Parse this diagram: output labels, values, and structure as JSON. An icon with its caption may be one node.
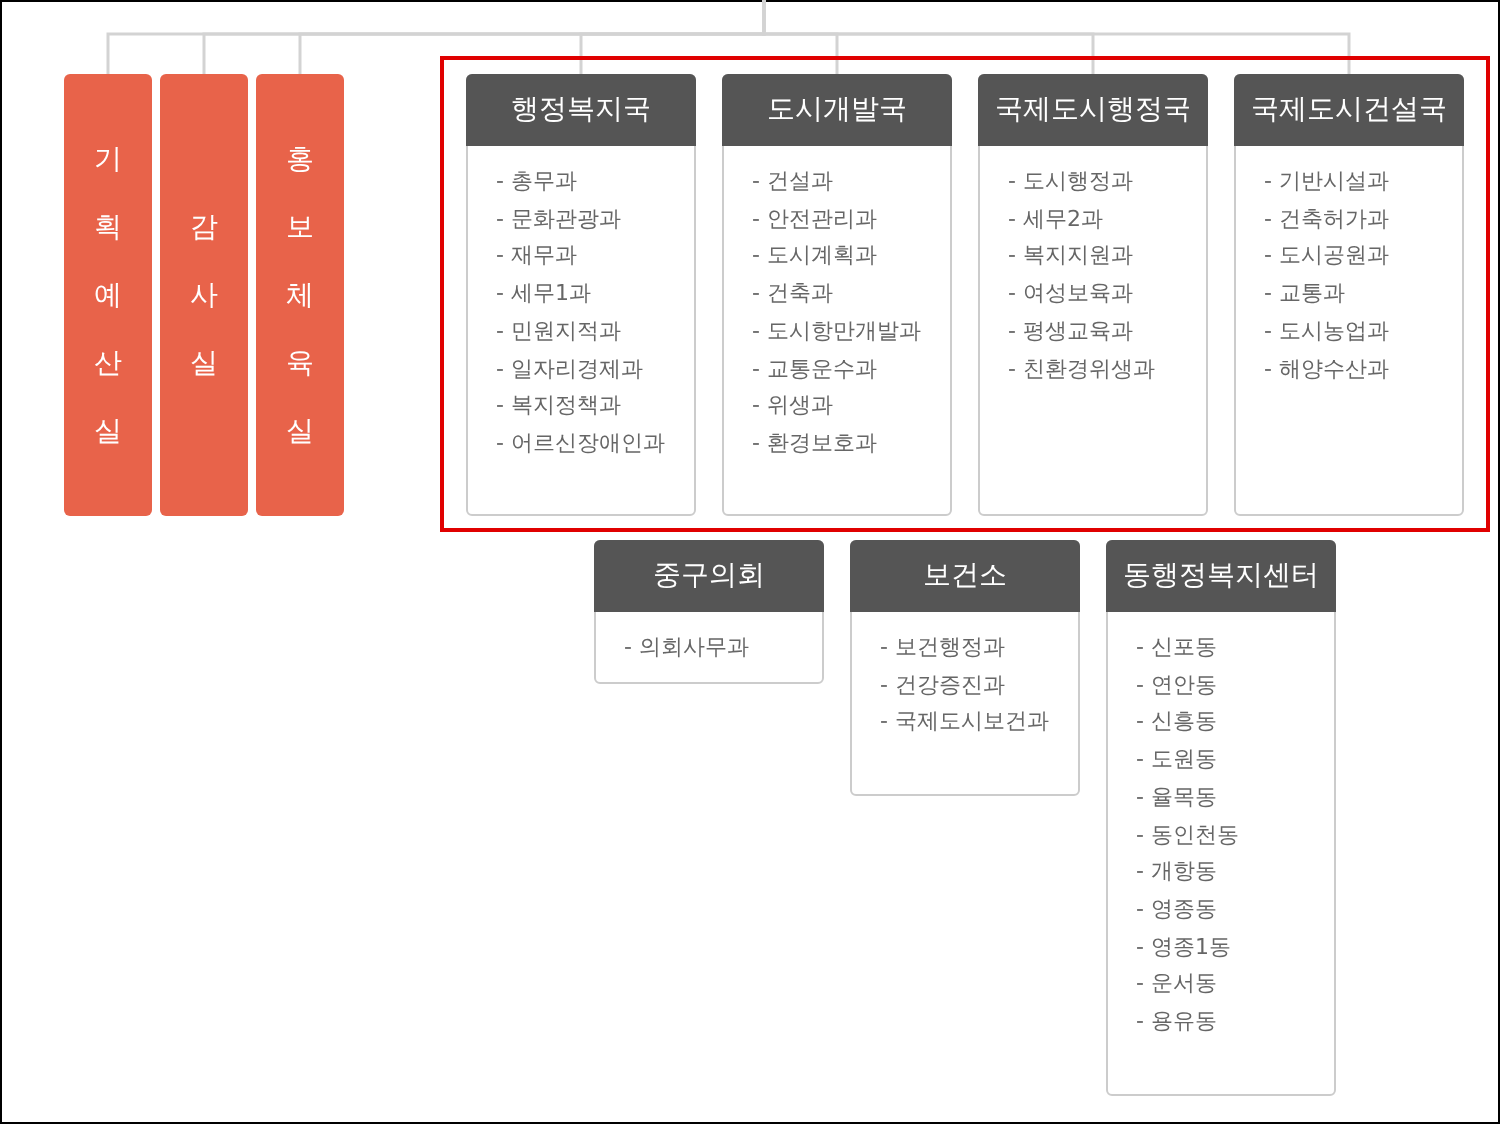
{
  "diagram": {
    "nodes": [
      {
        "text": [
          "기획예산실"
        ]
      },
      {
        "text": [
          "감사실"
        ]
      },
      {
        "text": [
          "홍보체육실"
        ]
      },
      {
        "text": [],
        "shape": "box"
      },
      {
        "text": [
          "행정복지국",
          "- 총무과",
          "- 문화관광과",
          "- 재무과",
          "- 세무1과",
          "- 민원지적과",
          "- 일자리경제과",
          "- 복지정책과",
          "- 어르신장애인과"
        ],
        "in": 3
      },
      {
        "text": [
          "도시개발국",
          "- 건설과",
          "- 안전관리과",
          "- 도시계획과",
          "- 건축과",
          "- 도시항만개발과",
          "- 교통운수과",
          "- 위생과",
          "- 환경보호과"
        ],
        "in": 3
      },
      {
        "text": [
          "국제도시행정국",
          "- 도시행정과",
          "- 세무2과",
          "- 복지지원과",
          "- 여성보육과",
          "- 평생교육과",
          "- 친환경위생과"
        ],
        "in": 3
      },
      {
        "text": [
          "국제도시건설국",
          "- 기반시설과",
          "- 건축허가과",
          "- 도시공원과",
          "- 교통과",
          "- 도시농업과",
          "- 해양수산과"
        ],
        "in": 3
      },
      {
        "text": [
          "중구의회",
          "- 의회사무과"
        ]
      },
      {
        "text": [
          "보건소",
          "- 보건행정과",
          "- 건강증진과",
          "- 국제도시보건과"
        ]
      },
      {
        "text": [
          "동행정복지센터",
          "- 신포동",
          "- 연안동",
          "- 신흥동",
          "- 도원동",
          "- 율목동",
          "- 동인천동",
          "- 개항동",
          "- 영종동",
          "- 영종1동",
          "- 운서동",
          "- 용유동"
        ]
      }
    ],
    "edges": [
      {
        "from": null,
        "to": 0,
        "arrow": "none"
      },
      {
        "from": null,
        "to": 1,
        "arrow": "none"
      },
      {
        "from": null,
        "to": 2,
        "arrow": "none"
      },
      {
        "from": null,
        "to": 4,
        "arrow": "none"
      },
      {
        "from": null,
        "to": 5,
        "arrow": "none"
      },
      {
        "from": null,
        "to": 6,
        "arrow": "none"
      },
      {
        "from": null,
        "to": 7,
        "arrow": "none"
      }
    ]
  }
}
